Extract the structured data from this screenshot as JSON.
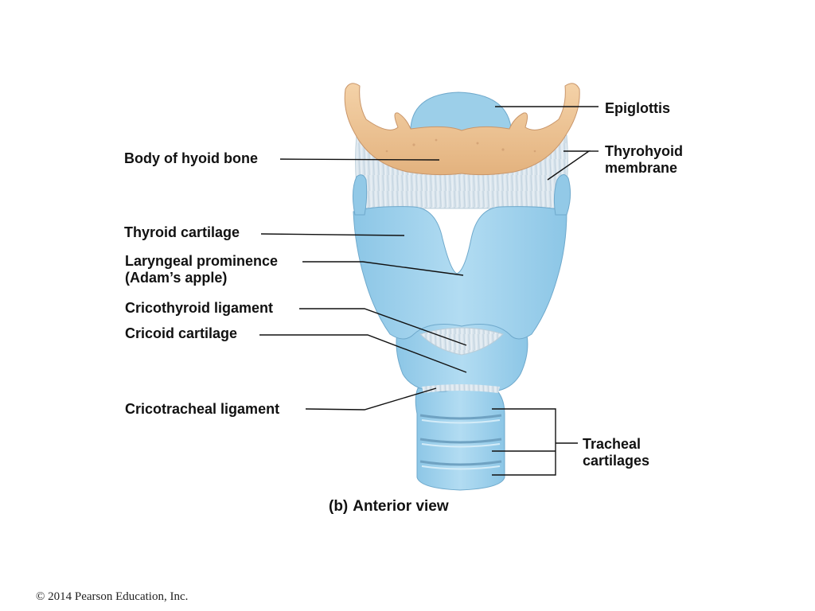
{
  "labels": {
    "epiglottis": "Epiglottis",
    "thyrohyoid_1": "Thyrohyoid",
    "thyrohyoid_2": "membrane",
    "hyoid": "Body of hyoid bone",
    "thyroid": "Thyroid cartilage",
    "laryngeal_1": "Laryngeal prominence",
    "laryngeal_2": "(Adam’s apple)",
    "cricothyroid": "Cricothyroid ligament",
    "cricoid": "Cricoid cartilage",
    "cricotracheal": "Cricotracheal ligament",
    "tracheal_1": "Tracheal",
    "tracheal_2": "cartilages"
  },
  "caption": {
    "panel": "(b)",
    "title": "Anterior view"
  },
  "copyright": "© 2014 Pearson Education, Inc.",
  "colors": {
    "cartilage": "#a9d6ee",
    "cartilage_shade": "#7fbcdf",
    "bone": "#efc596",
    "membrane": "#d6e4ee",
    "leader_line": "#111111"
  }
}
